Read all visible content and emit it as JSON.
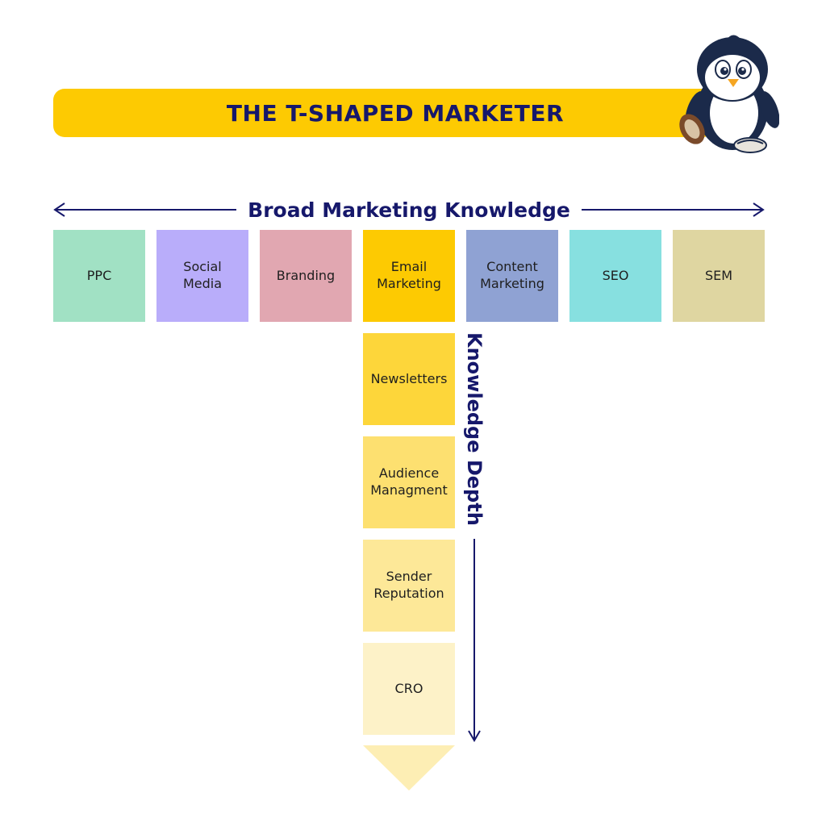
{
  "title": "THE T-SHAPED MARKETER",
  "broad_label": "Broad Marketing Knowledge",
  "depth_label": "Knowledge Depth",
  "colors": {
    "banner": "#fdca02",
    "title_text": "#16186b",
    "label_text": "#16186b",
    "arrow": "#16186b",
    "chevron": "#fdeeb4"
  },
  "skills": [
    {
      "label": "PPC",
      "color": "#a1e1c4"
    },
    {
      "label": "Social\nMedia",
      "color": "#b9adfa"
    },
    {
      "label": "Branding",
      "color": "#e1a7b1"
    },
    {
      "label": "Email\nMarketing",
      "color": "#fdca02"
    },
    {
      "label": "Content\nMarketing",
      "color": "#8fa2d3"
    },
    {
      "label": "SEO",
      "color": "#87e0e0"
    },
    {
      "label": "SEM",
      "color": "#dfd6a1"
    }
  ],
  "depth_skills": [
    {
      "label": "Newsletters",
      "color": "#fdd63a"
    },
    {
      "label": "Audience\nManagment",
      "color": "#fde070"
    },
    {
      "label": "Sender\nReputation",
      "color": "#fde898"
    },
    {
      "label": "CRO",
      "color": "#fdf2c8"
    }
  ]
}
